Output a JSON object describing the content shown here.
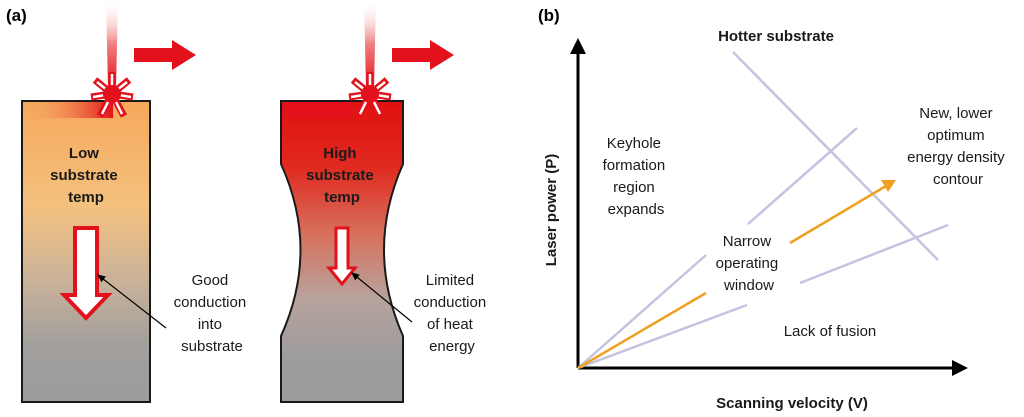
{
  "panel_a": {
    "tag": "(a)",
    "left_column": {
      "label_lines": [
        "Low",
        "substrate",
        "temp"
      ],
      "annotation_lines": [
        "Good",
        "conduction",
        "into",
        "substrate"
      ]
    },
    "right_column": {
      "label_lines": [
        "High",
        "substrate",
        "temp"
      ],
      "annotation_lines": [
        "Limited",
        "conduction",
        "of heat",
        "energy"
      ]
    },
    "colors": {
      "laser_red": "#e3111b",
      "warm_orange": "#f6b46a",
      "substrate_gray": "#9b9b9b"
    }
  },
  "panel_b": {
    "tag": "(b)",
    "x_axis_label": "Scanning velocity (V)",
    "y_axis_label": "Laser power (P)",
    "region_labels": {
      "hotter": "Hotter substrate",
      "keyhole_lines": [
        "Keyhole",
        "formation",
        "region",
        "expands"
      ],
      "narrow_lines": [
        "Narrow",
        "operating",
        "window"
      ],
      "lack_of_fusion": "Lack of fusion",
      "new_contour_lines": [
        "New, lower",
        "optimum",
        "energy density",
        "contour"
      ]
    },
    "colors": {
      "contour_lavender": "#c5c3e0",
      "optimum_orange": "#f0a020",
      "axis_black": "#000000"
    }
  }
}
